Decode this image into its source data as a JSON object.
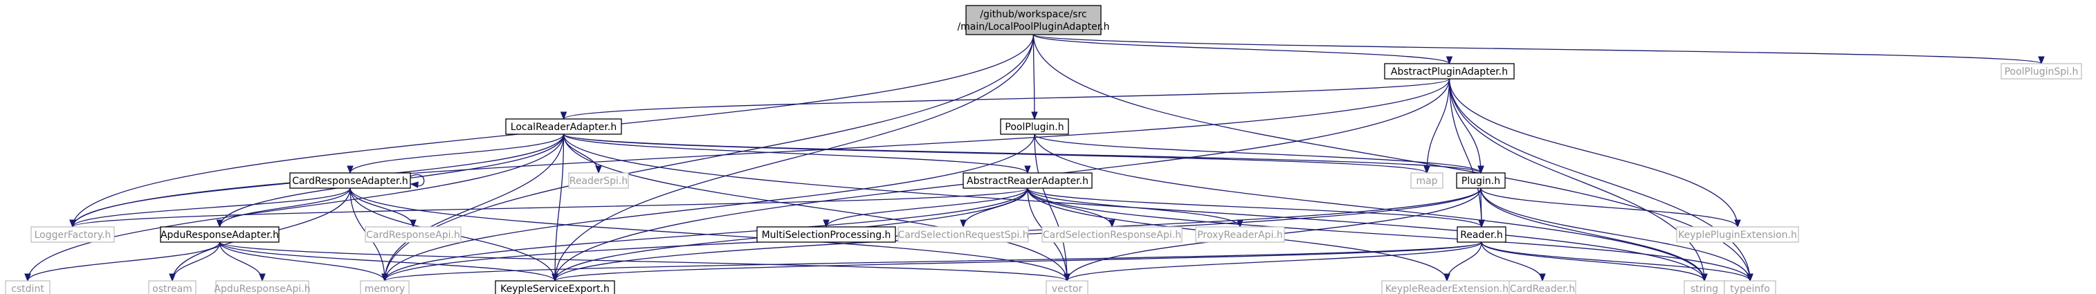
{
  "diagram": {
    "colors": {
      "edge": "#191970",
      "node_border": "#000000",
      "external_border": "#bfbfbf",
      "external_text": "#9a9a9a",
      "root_fill": "#bfbfbf"
    },
    "nodes": [
      {
        "id": "root",
        "lines": [
          "/github/workspace/src",
          "/main/LocalPoolPluginAdapter.h"
        ],
        "kind": "root"
      },
      {
        "id": "abstractPluginAdapter",
        "lines": [
          "AbstractPluginAdapter.h"
        ],
        "kind": "doc"
      },
      {
        "id": "poolPluginSpi",
        "lines": [
          "PoolPluginSpi.h"
        ],
        "kind": "ext"
      },
      {
        "id": "localReaderAdapter",
        "lines": [
          "LocalReaderAdapter.h"
        ],
        "kind": "doc"
      },
      {
        "id": "poolPlugin",
        "lines": [
          "PoolPlugin.h"
        ],
        "kind": "doc"
      },
      {
        "id": "cardResponseAdapter",
        "lines": [
          "CardResponseAdapter.h"
        ],
        "kind": "doc"
      },
      {
        "id": "readerSpi",
        "lines": [
          "ReaderSpi.h"
        ],
        "kind": "ext"
      },
      {
        "id": "abstractReaderAdapter",
        "lines": [
          "AbstractReaderAdapter.h"
        ],
        "kind": "doc"
      },
      {
        "id": "map",
        "lines": [
          "map"
        ],
        "kind": "ext"
      },
      {
        "id": "plugin",
        "lines": [
          "Plugin.h"
        ],
        "kind": "doc"
      },
      {
        "id": "loggerFactory",
        "lines": [
          "LoggerFactory.h"
        ],
        "kind": "ext"
      },
      {
        "id": "cardResponseApi",
        "lines": [
          "CardResponseApi.h"
        ],
        "kind": "ext"
      },
      {
        "id": "apduResponseAdapter",
        "lines": [
          "ApduResponseAdapter.h"
        ],
        "kind": "doc"
      },
      {
        "id": "multiSelectionProcessing",
        "lines": [
          "MultiSelectionProcessing.h"
        ],
        "kind": "doc"
      },
      {
        "id": "cardSelectionRequestSpi",
        "lines": [
          "CardSelectionRequestSpi.h"
        ],
        "kind": "ext"
      },
      {
        "id": "cardSelectionResponseApi",
        "lines": [
          "CardSelectionResponseApi.h"
        ],
        "kind": "ext"
      },
      {
        "id": "proxyReaderApi",
        "lines": [
          "ProxyReaderApi.h"
        ],
        "kind": "ext"
      },
      {
        "id": "reader",
        "lines": [
          "Reader.h"
        ],
        "kind": "doc"
      },
      {
        "id": "keyplePluginExtension",
        "lines": [
          "KeyplePluginExtension.h"
        ],
        "kind": "ext"
      },
      {
        "id": "cstdint",
        "lines": [
          "cstdint"
        ],
        "kind": "ext"
      },
      {
        "id": "ostream",
        "lines": [
          "ostream"
        ],
        "kind": "ext"
      },
      {
        "id": "apduResponseApi",
        "lines": [
          "ApduResponseApi.h"
        ],
        "kind": "ext"
      },
      {
        "id": "memory",
        "lines": [
          "memory"
        ],
        "kind": "ext"
      },
      {
        "id": "keypleServiceExport",
        "lines": [
          "KeypleServiceExport.h"
        ],
        "kind": "doc"
      },
      {
        "id": "vector",
        "lines": [
          "vector"
        ],
        "kind": "ext"
      },
      {
        "id": "keypleReaderExtension",
        "lines": [
          "KeypleReaderExtension.h"
        ],
        "kind": "ext"
      },
      {
        "id": "cardReader",
        "lines": [
          "CardReader.h"
        ],
        "kind": "ext"
      },
      {
        "id": "string",
        "lines": [
          "string"
        ],
        "kind": "ext"
      },
      {
        "id": "typeinfo",
        "lines": [
          "typeinfo"
        ],
        "kind": "ext"
      }
    ],
    "edges": [
      [
        "root",
        "abstractPluginAdapter"
      ],
      [
        "root",
        "poolPluginSpi"
      ],
      [
        "root",
        "poolPlugin"
      ],
      [
        "root",
        "loggerFactory"
      ],
      [
        "root",
        "memory"
      ],
      [
        "root",
        "keypleServiceExport"
      ],
      [
        "root",
        "typeinfo"
      ],
      [
        "abstractPluginAdapter",
        "localReaderAdapter"
      ],
      [
        "abstractPluginAdapter",
        "map"
      ],
      [
        "abstractPluginAdapter",
        "plugin"
      ],
      [
        "abstractPluginAdapter",
        "reader"
      ],
      [
        "abstractPluginAdapter",
        "keyplePluginExtension"
      ],
      [
        "abstractPluginAdapter",
        "string"
      ],
      [
        "abstractPluginAdapter",
        "typeinfo"
      ],
      [
        "abstractPluginAdapter",
        "keypleServiceExport"
      ],
      [
        "abstractPluginAdapter",
        "loggerFactory"
      ],
      [
        "localReaderAdapter",
        "cardResponseAdapter"
      ],
      [
        "localReaderAdapter",
        "readerSpi"
      ],
      [
        "localReaderAdapter",
        "abstractReaderAdapter"
      ],
      [
        "localReaderAdapter",
        "map"
      ],
      [
        "localReaderAdapter",
        "loggerFactory"
      ],
      [
        "localReaderAdapter",
        "apduResponseAdapter"
      ],
      [
        "localReaderAdapter",
        "cstdint"
      ],
      [
        "localReaderAdapter",
        "memory"
      ],
      [
        "localReaderAdapter",
        "keypleServiceExport"
      ],
      [
        "localReaderAdapter",
        "vector"
      ],
      [
        "localReaderAdapter",
        "plugin"
      ],
      [
        "localReaderAdapter",
        "string"
      ],
      [
        "poolPlugin",
        "plugin"
      ],
      [
        "poolPlugin",
        "memory"
      ],
      [
        "poolPlugin",
        "vector"
      ],
      [
        "poolPlugin",
        "string"
      ],
      [
        "cardResponseAdapter",
        "cardResponseAdapter"
      ],
      [
        "cardResponseAdapter",
        "loggerFactory"
      ],
      [
        "cardResponseAdapter",
        "ostream"
      ],
      [
        "cardResponseAdapter",
        "apduResponseAdapter"
      ],
      [
        "cardResponseAdapter",
        "memory"
      ],
      [
        "cardResponseAdapter",
        "cardResponseApi"
      ],
      [
        "cardResponseAdapter",
        "keypleServiceExport"
      ],
      [
        "cardResponseAdapter",
        "vector"
      ],
      [
        "abstractReaderAdapter",
        "loggerFactory"
      ],
      [
        "abstractReaderAdapter",
        "multiSelectionProcessing"
      ],
      [
        "abstractReaderAdapter",
        "cardSelectionRequestSpi"
      ],
      [
        "abstractReaderAdapter",
        "cardSelectionResponseApi"
      ],
      [
        "abstractReaderAdapter",
        "proxyReaderApi"
      ],
      [
        "abstractReaderAdapter",
        "reader"
      ],
      [
        "abstractReaderAdapter",
        "memory"
      ],
      [
        "abstractReaderAdapter",
        "keypleServiceExport"
      ],
      [
        "abstractReaderAdapter",
        "vector"
      ],
      [
        "abstractReaderAdapter",
        "keypleReaderExtension"
      ],
      [
        "abstractReaderAdapter",
        "typeinfo"
      ],
      [
        "plugin",
        "keyplePluginExtension"
      ],
      [
        "plugin",
        "reader"
      ],
      [
        "plugin",
        "memory"
      ],
      [
        "plugin",
        "vector"
      ],
      [
        "plugin",
        "keypleServiceExport"
      ],
      [
        "plugin",
        "string"
      ],
      [
        "plugin",
        "typeinfo"
      ],
      [
        "apduResponseAdapter",
        "cstdint"
      ],
      [
        "apduResponseAdapter",
        "ostream"
      ],
      [
        "apduResponseAdapter",
        "apduResponseApi"
      ],
      [
        "apduResponseAdapter",
        "memory"
      ],
      [
        "apduResponseAdapter",
        "keypleServiceExport"
      ],
      [
        "apduResponseAdapter",
        "vector"
      ],
      [
        "reader",
        "cardReader"
      ],
      [
        "reader",
        "keypleReaderExtension"
      ],
      [
        "reader",
        "memory"
      ],
      [
        "reader",
        "vector"
      ],
      [
        "reader",
        "string"
      ],
      [
        "reader",
        "typeinfo"
      ],
      [
        "reader",
        "keypleServiceExport"
      ]
    ]
  }
}
